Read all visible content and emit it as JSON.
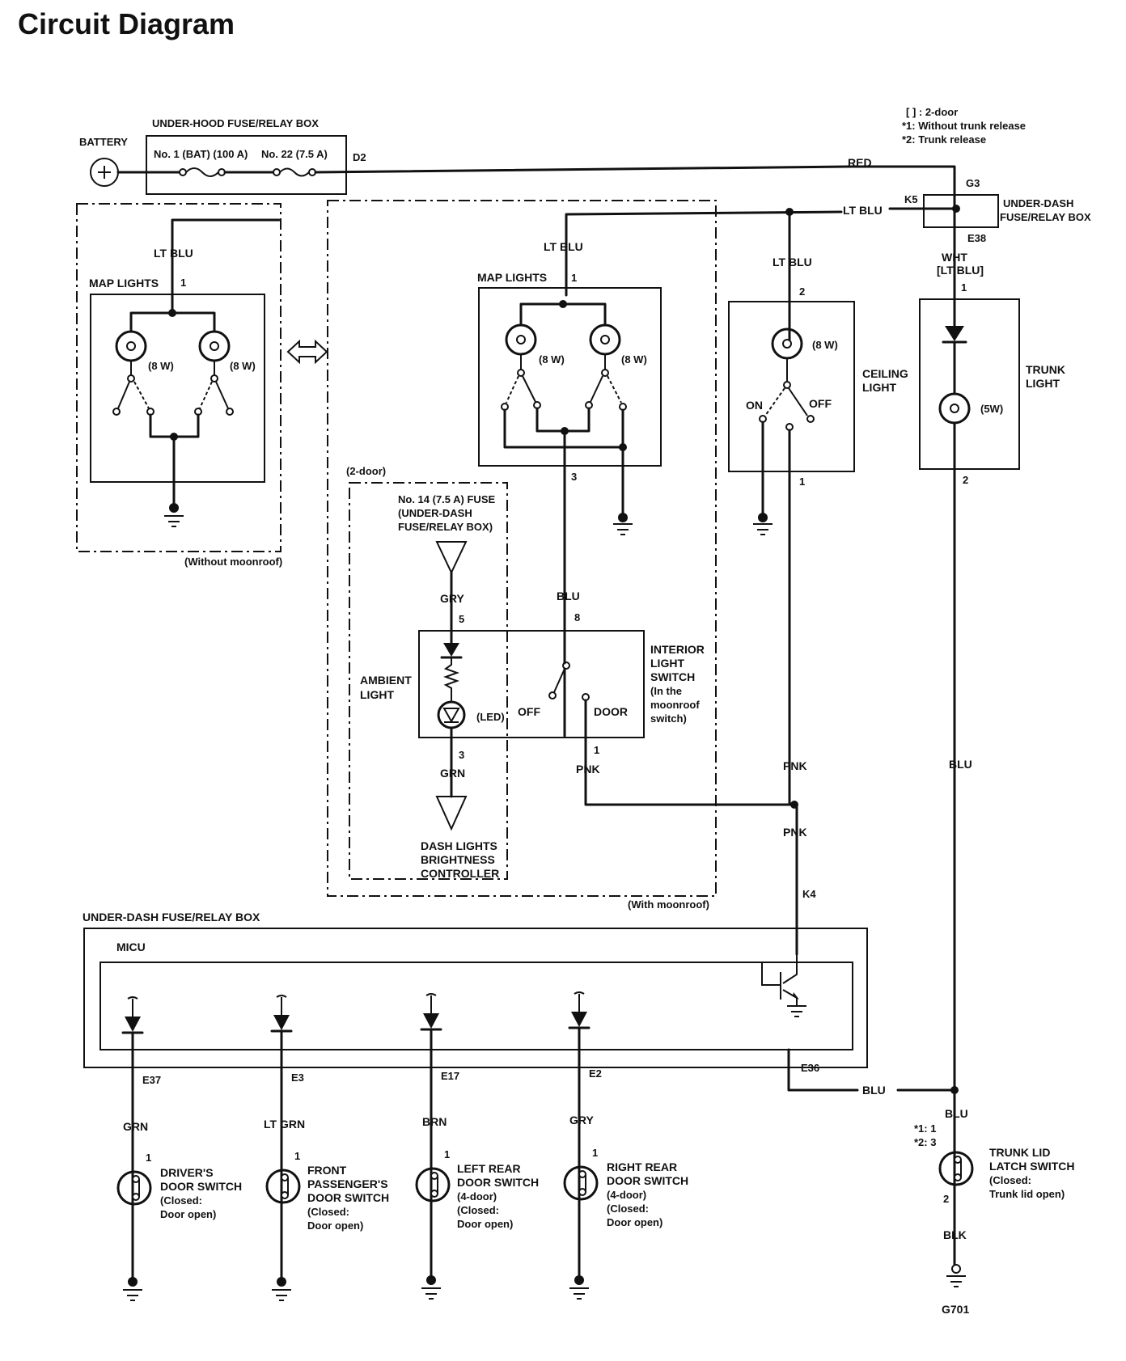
{
  "title": "Circuit Diagram",
  "legend": {
    "l1": "[  ] : 2-door",
    "l2": "*1: Without trunk release",
    "l3": "*2: Trunk release"
  },
  "battery": "BATTERY",
  "underhood": {
    "title": "UNDER-HOOD FUSE/RELAY BOX",
    "fuse1": "No. 1 (BAT) (100 A)",
    "fuse22": "No. 22 (7.5 A)",
    "pin": "D2"
  },
  "wires": {
    "red": "RED",
    "ltblu": "LT BLU",
    "ltblu2": "LT BLU",
    "ltblu3": "LT BLU",
    "ltblu4": "LT BLU",
    "wht": "WHT",
    "wht_alt": "[LT BLU]",
    "blu": "BLU",
    "blu2": "BLU",
    "blu3": "BLU",
    "blu4": "BLU",
    "pnk": "PNK",
    "pnk2": "PNK",
    "pnk3": "PNK",
    "gry": "GRY",
    "grn": "GRN",
    "grn2": "GRN",
    "ltgrn": "LT GRN",
    "brn": "BRN",
    "gry2": "GRY",
    "blk": "BLK"
  },
  "underdash_top": {
    "title": "UNDER-DASH",
    "title2": "FUSE/RELAY BOX",
    "k5": "K5",
    "g3": "G3",
    "e38": "E38"
  },
  "map_lights_left": {
    "label": "MAP LIGHTS",
    "pin": "1",
    "w1": "(8 W)",
    "w2": "(8 W)",
    "note": "(Without moonroof)"
  },
  "map_lights_right": {
    "label": "MAP LIGHTS",
    "pin": "1",
    "w1": "(8 W)",
    "w2": "(8 W)",
    "pin3": "3"
  },
  "ceiling": {
    "label": "CEILING",
    "label2": "LIGHT",
    "watt": "(8 W)",
    "on": "ON",
    "off": "OFF",
    "pin2": "2",
    "pin1": "1"
  },
  "trunk": {
    "label": "TRUNK",
    "label2": "LIGHT",
    "watt": "(5W)",
    "pin1": "1",
    "pin2": "2"
  },
  "twodoor": {
    "tag": "(2-door)",
    "fuse1": "No. 14 (7.5 A) FUSE",
    "fuse2": "(UNDER-DASH",
    "fuse3": "FUSE/RELAY BOX)",
    "ambient1": "AMBIENT",
    "ambient2": "LIGHT",
    "led": "(LED)",
    "pin5": "5",
    "pin3": "3",
    "dash1": "DASH LIGHTS",
    "dash2": "BRIGHTNESS",
    "dash3": "CONTROLLER"
  },
  "interior": {
    "l1": "INTERIOR",
    "l2": "LIGHT",
    "l3": "SWITCH",
    "l4": "(In the",
    "l5": "moonroof",
    "l6": "switch)",
    "off": "OFF",
    "door": "DOOR",
    "pin8": "8",
    "pin1": "1"
  },
  "with_moonroof": "(With moonroof)",
  "underdash_bottom": {
    "title": "UNDER-DASH FUSE/RELAY BOX",
    "micu": "MICU",
    "k4": "K4",
    "e37": "E37",
    "e3": "E3",
    "e17": "E17",
    "e2": "E2",
    "e36": "E36"
  },
  "switches": [
    {
      "pin": "1",
      "n1": "DRIVER'S",
      "n2": "DOOR SWITCH",
      "n3": "(Closed:",
      "n4": "Door open)",
      "n5": ""
    },
    {
      "pin": "1",
      "n1": "FRONT",
      "n2": "PASSENGER'S",
      "n3": "DOOR SWITCH",
      "n4": "(Closed:",
      "n5": "Door open)"
    },
    {
      "pin": "1",
      "n1": "LEFT REAR",
      "n2": "DOOR SWITCH",
      "n3": "(4-door)",
      "n4": "(Closed:",
      "n5": "Door open)"
    },
    {
      "pin": "1",
      "n1": "RIGHT REAR",
      "n2": "DOOR SWITCH",
      "n3": "(4-door)",
      "n4": "(Closed:",
      "n5": "Door open)"
    }
  ],
  "trunk_latch": {
    "p1": "*1: 1",
    "p2": "*2: 3",
    "pin2": "2",
    "n1": "TRUNK LID",
    "n2": "LATCH SWITCH",
    "n3": "(Closed:",
    "n4": "Trunk lid open)",
    "ground": "G701"
  }
}
